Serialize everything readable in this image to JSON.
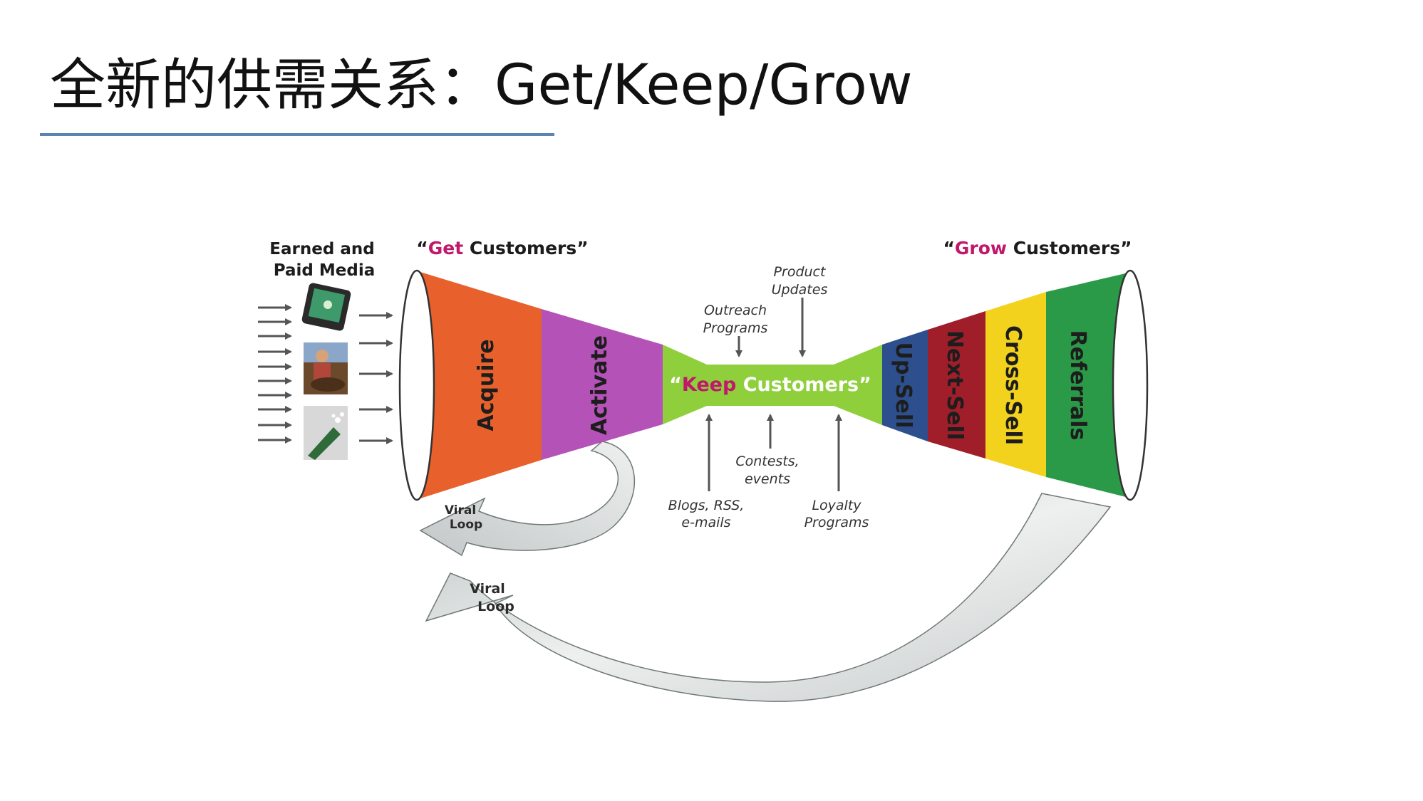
{
  "slide": {
    "title": "全新的供需关系：Get/Keep/Grow"
  },
  "diagram": {
    "media_label_line1": "Earned and",
    "media_label_line2": "Paid Media",
    "get_header": {
      "open_quote": "“",
      "accent": "Get",
      "rest": " Customers”"
    },
    "grow_header": {
      "open_quote": "“",
      "accent": "Grow",
      "rest": " Customers”"
    },
    "keep_label": {
      "open_quote": "“",
      "accent": "Keep",
      "rest": " Customers”"
    },
    "get_stages": [
      "Acquire",
      "Activate"
    ],
    "grow_stages": [
      "Up-Sell",
      "Next-Sell",
      "Cross-Sell",
      "Referrals"
    ],
    "inputs_top": [
      {
        "line1": "Outreach",
        "line2": "Programs"
      },
      {
        "line1": "Product",
        "line2": "Updates"
      }
    ],
    "inputs_bottom": [
      {
        "line1": "Blogs, RSS,",
        "line2": "e-mails"
      },
      {
        "line1": "Contests,",
        "line2": "events"
      },
      {
        "line1": "Loyalty",
        "line2": "Programs"
      }
    ],
    "viral_loop_small": {
      "line1": "Viral",
      "line2": "Loop"
    },
    "viral_loop_large": {
      "line1": "Viral",
      "line2": "Loop"
    }
  },
  "colors": {
    "acquire": "#e8612c",
    "activate": "#b452b8",
    "keep": "#8fcf3c",
    "up_sell": "#2d4f8e",
    "next_sell": "#a01e2a",
    "cross_sell": "#f3d21d",
    "referrals": "#2b9a48",
    "accent_magenta": "#c0186a",
    "arrow_gray": "#d2d6d6",
    "title_rule": "#5b84b1"
  },
  "icons": [
    "phone-media-icon",
    "cowboy-photo-icon",
    "champagne-photo-icon"
  ]
}
